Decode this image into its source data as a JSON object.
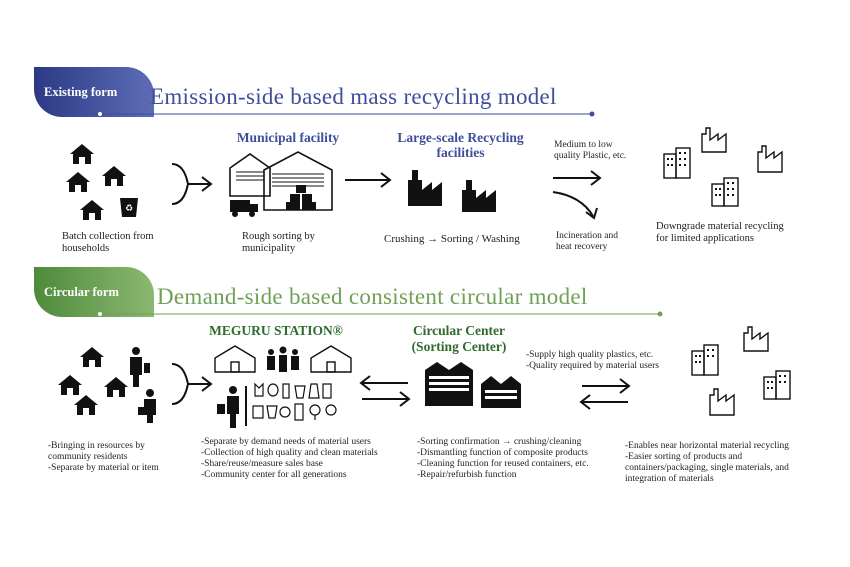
{
  "existing": {
    "tag": "Existing form",
    "title": "Emission-side based mass recycling model",
    "municipal_head": "Municipal facility",
    "recycling_head_1": "Large-scale Recycling",
    "recycling_head_2": "facilities",
    "batch_1": "Batch collection from",
    "batch_2": "households",
    "rough_1": "Rough sorting by",
    "rough_2": "municipality",
    "crushing": "Crushing → Sorting / Washing",
    "medium_1": "Medium to low",
    "medium_2": "quality Plastic, etc.",
    "incin_1": "Incineration and",
    "incin_2": "heat recovery",
    "down_1": "Downgrade material recycling",
    "down_2": "for limited applications"
  },
  "circular": {
    "tag": "Circular form",
    "title": "Demand-side based consistent circular model",
    "meguru_head": "MEGURU STATION®",
    "center_head_1": "Circular Center",
    "center_head_2": "(Sorting Center)",
    "supply_1": "-Supply high quality plastics, etc.",
    "supply_2": "-Quality required by material users",
    "bring_1": "-Bringing in resources by",
    "bring_2": "community residents",
    "bring_3": "-Separate by material or item",
    "sep_1": "-Separate by demand needs of material users",
    "sep_2": "-Collection of high quality and clean materials",
    "sep_3": "-Share/reuse/measure sales base",
    "sep_4": "-Community center for all generations",
    "sort_1": "-Sorting confirmation → crushing/cleaning",
    "sort_2": "-Dismantling function of composite products",
    "sort_3": "-Cleaning function for reused containers, etc.",
    "sort_4": "-Repair/refurbish function",
    "enable_1": "-Enables near horizontal material recycling",
    "enable_2": "-Easier sorting of products and",
    "enable_3": "containers/packaging, single materials, and",
    "enable_4": "integration of materials"
  },
  "colors": {
    "blue": "#3f4e9a",
    "green": "#6fa055",
    "dark_green": "#2f6b2c"
  }
}
